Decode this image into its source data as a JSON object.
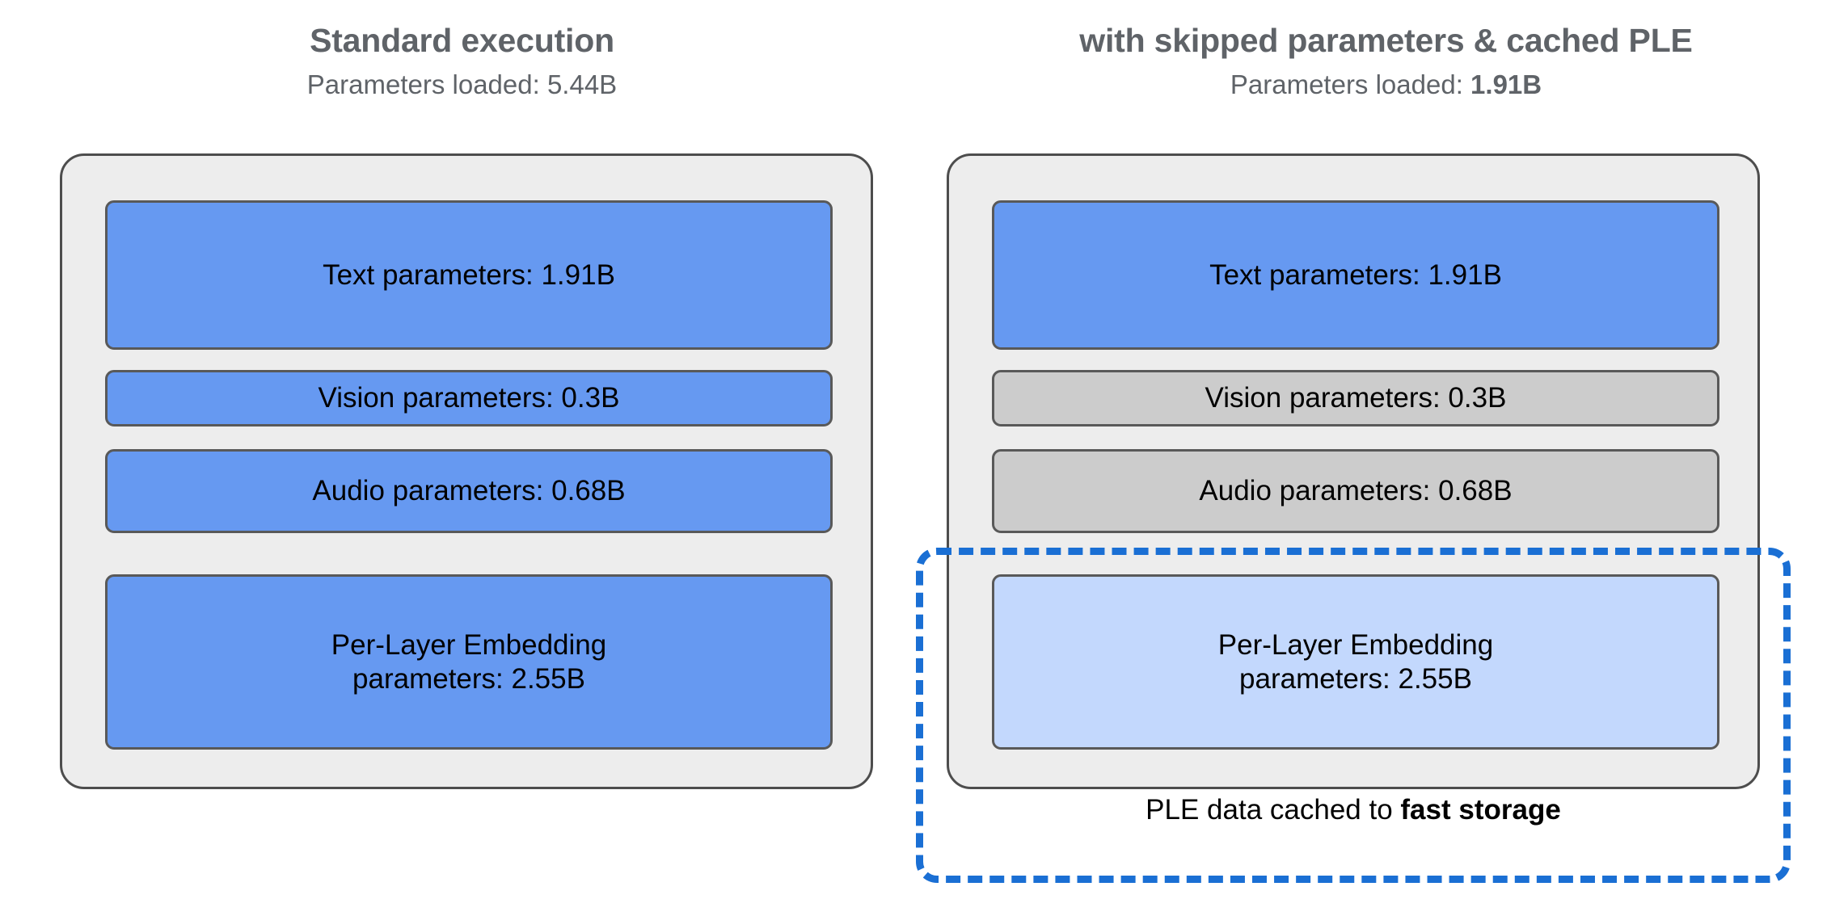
{
  "diagram": {
    "colors": {
      "blue": "#6699F1",
      "light_blue": "#C3D8FD",
      "gray": "#CCCCCC",
      "container_bg": "#EDEDED",
      "box_border": "#595959",
      "dashed_accent": "#1A6FD4",
      "heading_text": "#5F6368"
    },
    "panels": [
      {
        "id": "standard",
        "heading": "Standard execution",
        "subheading_prefix": "Parameters loaded: ",
        "subheading_value": "5.44B",
        "boxes": [
          {
            "name": "text-parameters",
            "label": "Text parameters: 1.91B",
            "value": "1.91B",
            "fill": "blue"
          },
          {
            "name": "vision-parameters",
            "label": "Vision parameters: 0.3B",
            "value": "0.3B",
            "fill": "blue"
          },
          {
            "name": "audio-parameters",
            "label": "Audio parameters: 0.68B",
            "value": "0.68B",
            "fill": "blue"
          },
          {
            "name": "ple-parameters",
            "label_line1": "Per-Layer Embedding",
            "label_line2": "parameters: 2.55B",
            "value": "2.55B",
            "fill": "blue"
          }
        ]
      },
      {
        "id": "skipped-cached",
        "heading": "with skipped parameters & cached PLE",
        "subheading_prefix": "Parameters loaded: ",
        "subheading_value": "1.91B",
        "boxes": [
          {
            "name": "text-parameters",
            "label": "Text parameters: 1.91B",
            "value": "1.91B",
            "fill": "blue"
          },
          {
            "name": "vision-parameters",
            "label": "Vision parameters: 0.3B",
            "value": "0.3B",
            "fill": "gray"
          },
          {
            "name": "audio-parameters",
            "label": "Audio parameters: 0.68B",
            "value": "0.68B",
            "fill": "gray"
          },
          {
            "name": "ple-parameters",
            "label_line1": "Per-Layer Embedding",
            "label_line2": "parameters: 2.55B",
            "value": "2.55B",
            "fill": "light_blue"
          }
        ],
        "cache_caption_prefix": "PLE data cached to ",
        "cache_caption_emphasis": "fast storage"
      }
    ]
  }
}
